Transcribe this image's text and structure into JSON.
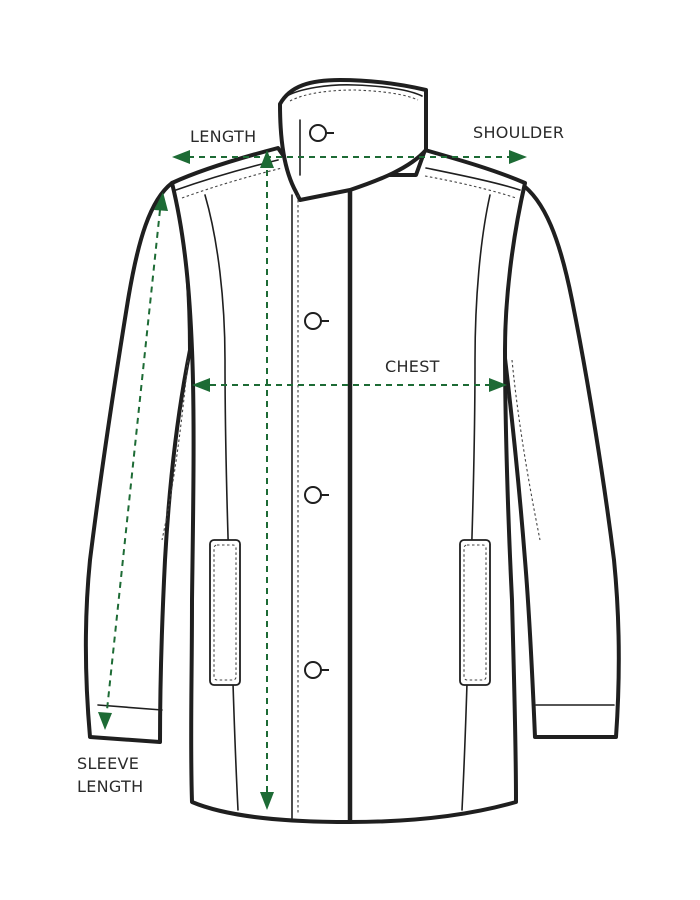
{
  "labels": {
    "length": "LENGTH",
    "shoulder": "SHOULDER",
    "chest": "CHEST",
    "sleeve_line1": "SLEEVE",
    "sleeve_line2": "LENGTH"
  },
  "colors": {
    "measure_line": "#1d6b35",
    "outline": "#1f1f1f",
    "background": "#ffffff"
  },
  "buttons": {
    "count": 4
  }
}
